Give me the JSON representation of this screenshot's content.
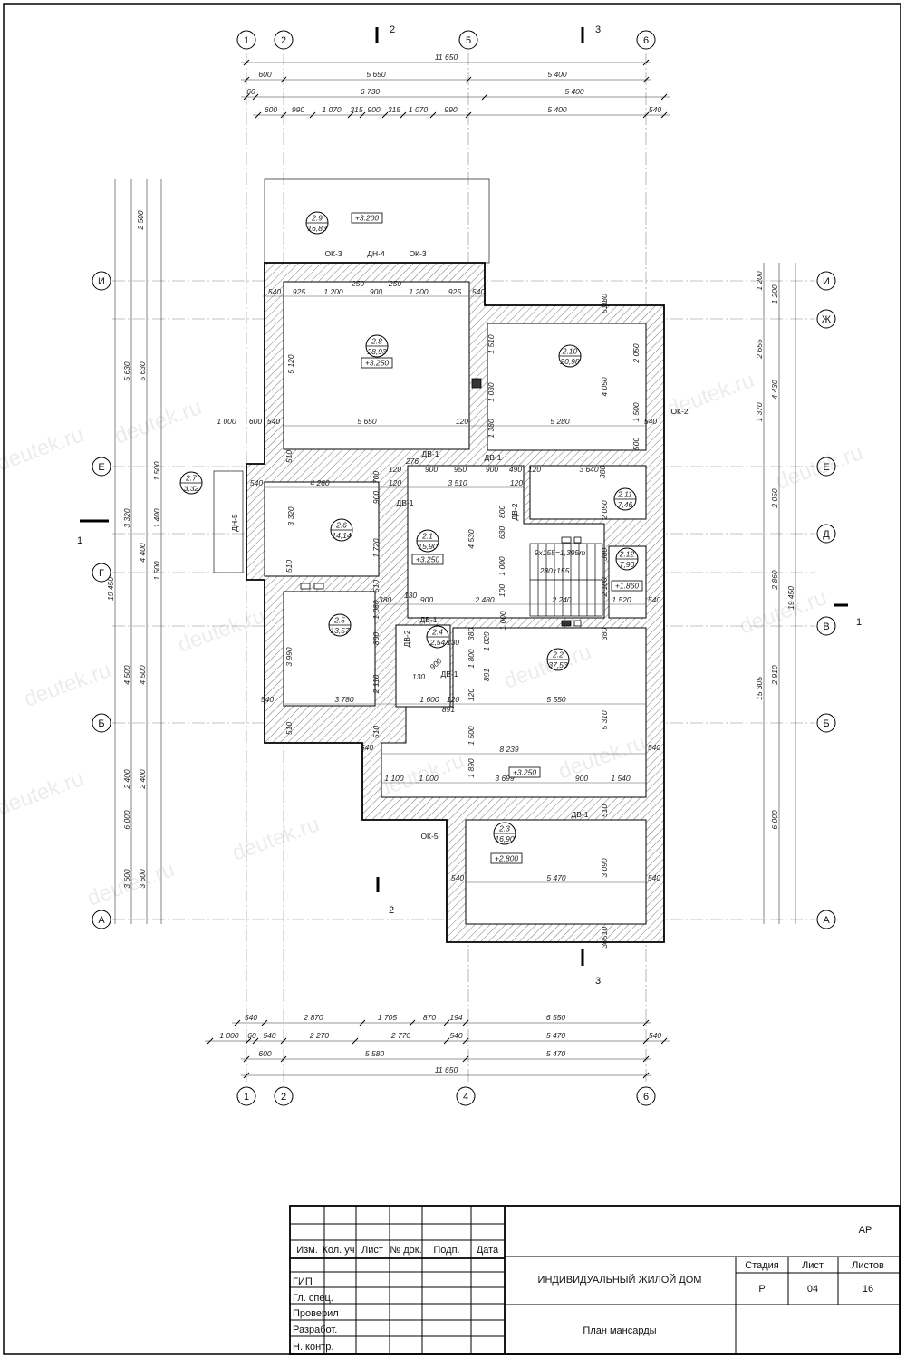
{
  "drawing": {
    "watermark": "deutek.ru",
    "axes_top": [
      "1",
      "2",
      "5",
      "6"
    ],
    "axes_bottom": [
      "1",
      "2",
      "4",
      "6"
    ],
    "axes_left": [
      "И",
      "Е",
      "Г",
      "Б",
      "А"
    ],
    "axes_right": [
      "И",
      "Ж",
      "Е",
      "Д",
      "В",
      "Б",
      "А"
    ],
    "sections": [
      "2",
      "3",
      "1",
      "1",
      "2",
      "3"
    ],
    "rooms": [
      {
        "id": "2.9",
        "area": "16,83",
        "level": "+3.200"
      },
      {
        "id": "2.8",
        "area": "28,93",
        "level": "+3.250"
      },
      {
        "id": "2.10",
        "area": "20,98",
        "level": ""
      },
      {
        "id": "2.7",
        "area": "3,32",
        "level": ""
      },
      {
        "id": "2.6",
        "area": "14,14",
        "level": ""
      },
      {
        "id": "2.1",
        "area": "15,90",
        "level": "+3.250"
      },
      {
        "id": "2.11",
        "area": "7,46",
        "level": ""
      },
      {
        "id": "2.12",
        "area": "7,90",
        "level": "+1.860"
      },
      {
        "id": "2.5",
        "area": "13,57",
        "level": ""
      },
      {
        "id": "2.4",
        "area": "2,54",
        "level": ""
      },
      {
        "id": "2.2",
        "area": "37,53",
        "level": "+3.250"
      },
      {
        "id": "2.3",
        "area": "16,90",
        "level": "+2.800"
      }
    ],
    "openings": [
      "ОК-3",
      "ДН-4",
      "ОК-3",
      "ДВ-1",
      "ДВ-1",
      "ДВ-1",
      "ДВ-2",
      "ДН-5",
      "ОК-2",
      "ДВ-1",
      "ДВ-2",
      "ДВ-1",
      "ОК-5",
      "ДВ-1"
    ],
    "stair_notes": [
      "9x155=1,395m",
      "280x155"
    ],
    "dim_top_rows": [
      [
        "11 650"
      ],
      [
        "600",
        "5 650",
        "5 400"
      ],
      [
        "60",
        "6 730",
        "5 400"
      ],
      [
        "600",
        "990",
        "1 070",
        "315",
        "900",
        "315",
        "1 070",
        "990",
        "5 400",
        "540"
      ]
    ],
    "dim_bottom_rows": [
      [
        "540",
        "2 870",
        "1 705",
        "870",
        "194",
        "6 550"
      ],
      [
        "1 000",
        "60",
        "540",
        "2 270",
        "2 770",
        "540",
        "5 470",
        "540"
      ],
      [
        "600",
        "5 580",
        "5 470"
      ],
      [
        "11 650"
      ]
    ],
    "dim_left": [
      "2 500",
      "5 630",
      "5 630",
      "1 500",
      "3 320",
      "4 400",
      "1 400",
      "1 500",
      "19 450",
      "4 500",
      "4 500",
      "2 400",
      "2 400",
      "6 000",
      "3 600",
      "3 600"
    ],
    "dim_right": [
      "1 200",
      "1 200",
      "2 655",
      "4 430",
      "1 370",
      "2 050",
      "2 860",
      "19 450",
      "2 910",
      "15 305",
      "6 000"
    ],
    "dim_interior": [
      "540",
      "925",
      "1 200",
      "250",
      "900",
      "250",
      "1 200",
      "925",
      "540",
      "5 120",
      "5 650",
      "120",
      "540",
      "1 000",
      "600",
      "1 510",
      "1 030",
      "1 380",
      "5 280",
      "540",
      "2 050",
      "4 050",
      "1 500",
      "500",
      "510",
      "30",
      "510",
      "276",
      "120",
      "900",
      "950",
      "900",
      "490",
      "120",
      "3 640",
      "380",
      "4 260",
      "540",
      "120",
      "3 510",
      "120",
      "700",
      "900",
      "3 320",
      "1 720",
      "4 530",
      "800",
      "630",
      "1 000",
      "100",
      "2 050",
      "380",
      "2 100",
      "510",
      "510",
      "380",
      "130",
      "900",
      "2 480",
      "2 240",
      "1 520",
      "540",
      "1 080",
      "800",
      "3 990",
      "2 110",
      "380",
      "1 000",
      "1 029",
      "1 800",
      "891",
      "120",
      "380",
      "5 310",
      "900",
      "130",
      "130",
      "540",
      "3 780",
      "1 600",
      "120",
      "5 550",
      "891",
      "1 500",
      "510",
      "510",
      "540",
      "8 239",
      "540",
      "1 890",
      "1 100",
      "1 000",
      "3 699",
      "900",
      "1 540",
      "510",
      "540",
      "5 470",
      "540",
      "3 090",
      "510",
      "30"
    ]
  },
  "title_block": {
    "code": "АР",
    "headers": [
      "Изм.",
      "Кол. уч.",
      "Лист",
      "№ док.",
      "Подп.",
      "Дата"
    ],
    "roles": [
      "ГИП",
      "Гл. спец.",
      "Проверил",
      "Разработ.",
      "Н. контр."
    ],
    "project": "ИНДИВИДУАЛЬНЫЙ ЖИЛОЙ ДОМ",
    "sheet_title": "План мансарды",
    "stage_label": "Стадия",
    "sheet_label": "Лист",
    "sheets_label": "Листов",
    "stage": "Р",
    "sheet": "04",
    "sheets": "16"
  }
}
